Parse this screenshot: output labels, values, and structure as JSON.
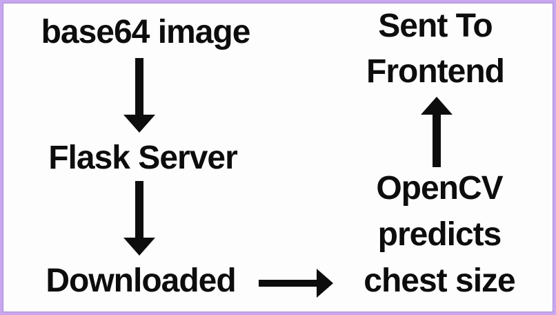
{
  "frame": {
    "outer_border_color": "#c9a7ee",
    "inner_line_color": "#a588d6",
    "background_color": "#fdfdfd"
  },
  "flowchart": {
    "text_color": "#0d0d0d",
    "arrow_color": "#0d0d0d",
    "nodes": [
      {
        "id": "base64-image",
        "lines": [
          "base64 image"
        ]
      },
      {
        "id": "flask-server",
        "lines": [
          "Flask Server"
        ]
      },
      {
        "id": "downloaded",
        "lines": [
          "Downloaded"
        ]
      },
      {
        "id": "sent-to-frontend",
        "lines": [
          "Sent To",
          "Frontend"
        ]
      },
      {
        "id": "opencv-predicts-chest-size",
        "lines": [
          "OpenCV",
          "predicts",
          "chest size"
        ]
      }
    ],
    "edges": [
      {
        "from": "base64-image",
        "to": "flask-server",
        "direction": "down"
      },
      {
        "from": "flask-server",
        "to": "downloaded",
        "direction": "down"
      },
      {
        "from": "downloaded",
        "to": "opencv-predicts-chest-size",
        "direction": "right"
      },
      {
        "from": "opencv-predicts-chest-size",
        "to": "sent-to-frontend",
        "direction": "up"
      }
    ]
  }
}
